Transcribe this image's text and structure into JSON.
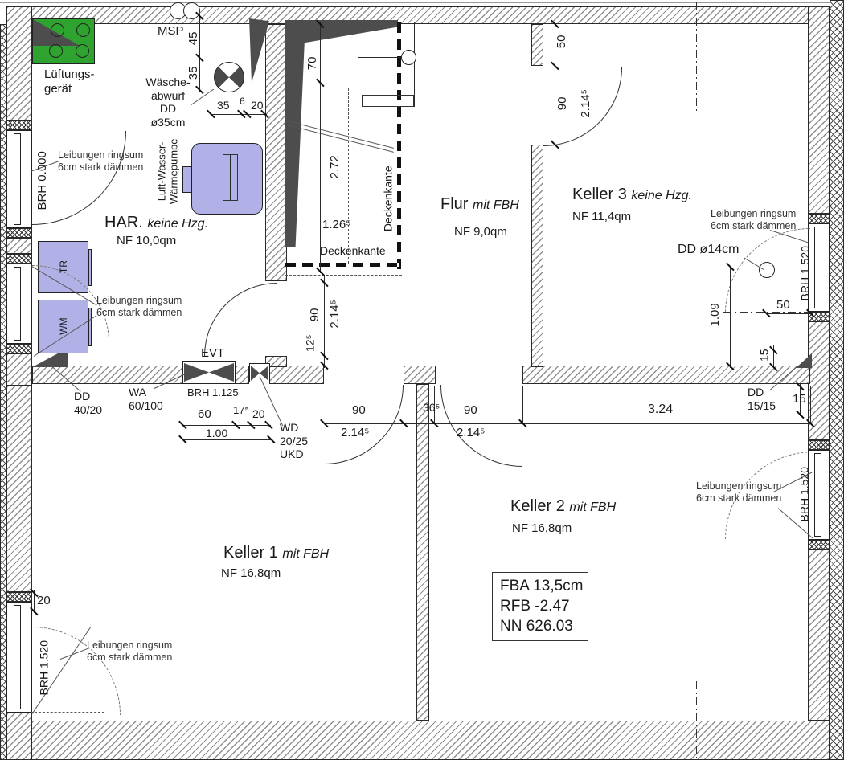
{
  "drawing_type": "basement floor plan (Kellergeschoss)",
  "rooms": {
    "har": {
      "name": "HAR.",
      "heating": "keine Hzg.",
      "area": "NF 10,0qm"
    },
    "flur": {
      "name": "Flur",
      "heating": "mit FBH",
      "area": "NF 9,0qm"
    },
    "keller3": {
      "name": "Keller 3",
      "heating": "keine Hzg.",
      "area": "NF 11,4qm"
    },
    "keller1": {
      "name": "Keller 1",
      "heating": "mit FBH",
      "area": "NF 16,8qm"
    },
    "keller2": {
      "name": "Keller 2",
      "heating": "mit FBH",
      "area": "NF 16,8qm"
    }
  },
  "labels": {
    "msp": "MSP",
    "waesche": "Wäsche-\nabwurf\nDD\nø35cm",
    "lueftung": "Lüftungs-\ngerät",
    "wp": "Luft-Wasser-\nWärmepumpe",
    "tr": "TR",
    "wm": "WM",
    "brh0": "BRH 0.000",
    "brh1125": "BRH 1.125",
    "brh1520": "BRH 1.520",
    "note": "Leibungen ringsum\n6cm stark dämmen",
    "deckenkante": "Deckenkante",
    "evt": "EVT",
    "wa": "WA\n60/100",
    "wd": "WD\n20/25\nUKD",
    "dd4020": "DD\n40/20",
    "dd1515": "DD\n15/15",
    "dd14": "DD ø14cm"
  },
  "levels": {
    "text": "FBA 13,5cm\nRFB -2.47\nNN 626.03"
  },
  "dims": {
    "d45": "45",
    "d35": "35",
    "d6": "6",
    "d20": "20",
    "d70": "70",
    "d272": "2.72",
    "d1265": "1.26⁵",
    "d125": "12⁵",
    "d90": "90",
    "d2145": "2.14⁵",
    "d365": "36⁵",
    "d60": "60",
    "d175": "17⁵",
    "d100": "1.00",
    "d324": "3.24",
    "d50": "50",
    "d109": "1.09",
    "d15": "15"
  },
  "colors": {
    "appliance_fill": "#b1b1e8",
    "ventilation_unit_fill": "#2fa32f",
    "dark_fill": "#4d4d4d",
    "wall_line": "#2a2a2a",
    "hatch_line": "#8f8f8f"
  }
}
